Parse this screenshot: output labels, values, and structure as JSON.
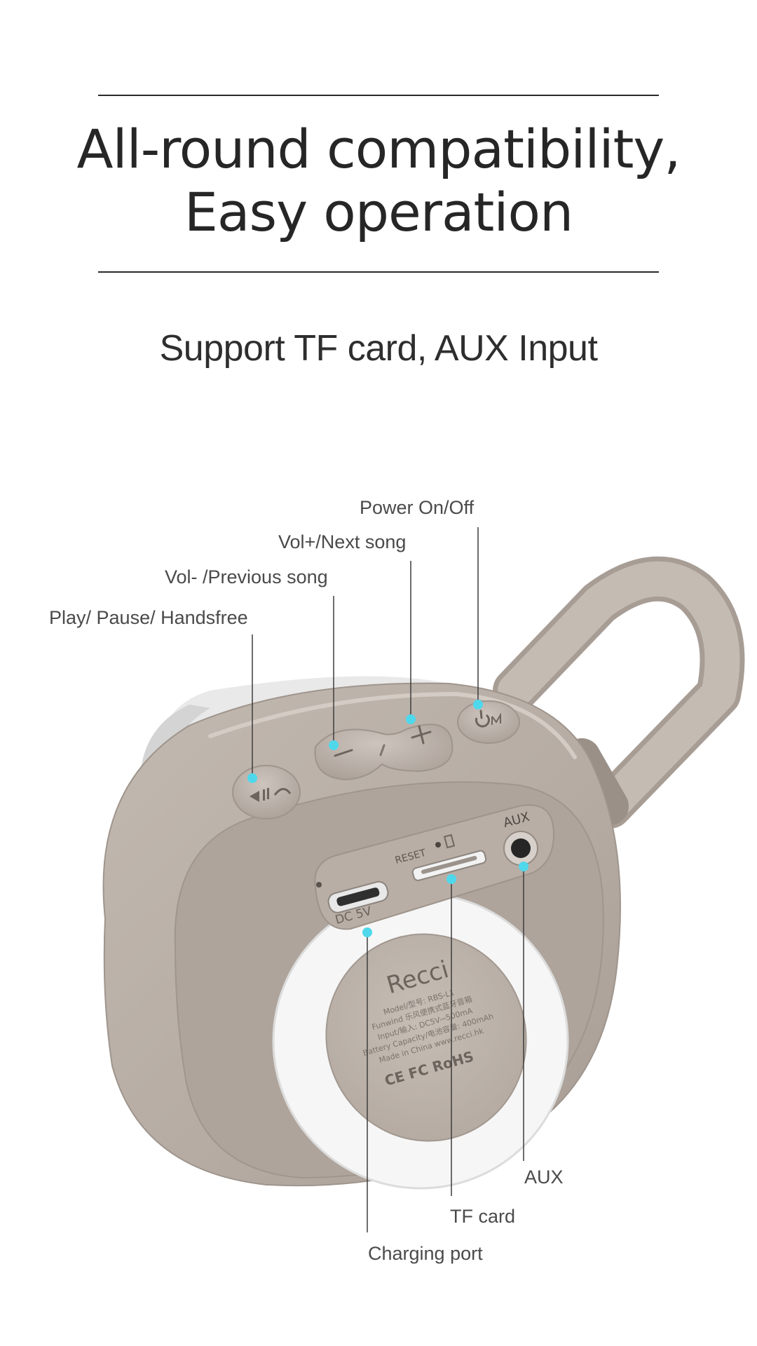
{
  "header": {
    "title_line1": "All-round compatibility,",
    "title_line2": "Easy operation",
    "subtitle": "Support TF card, AUX Input"
  },
  "product": {
    "brand": "Recci",
    "label_lines": [
      "Model/型号: RBS-L1",
      "Funwind 乐风便携式蓝牙音箱",
      "Input/输入: DC5V⎓500mA",
      "Battery Capacity/电池容量: 400mAh",
      "Made in China    www.recci.hk"
    ],
    "cert_marks": "CE  FC  RoHS",
    "port_labels": {
      "dc": "DC 5V",
      "reset": "RESET",
      "aux": "AUX"
    }
  },
  "callouts": {
    "power": "Power On/Off",
    "vol_plus": "Vol+/Next song",
    "vol_minus": "Vol- /Previous song",
    "play": "Play/ Pause/ Handsfree",
    "aux": "AUX",
    "tf_card": "TF card",
    "charging": "Charging port"
  },
  "colors": {
    "shell": "#b8aea6",
    "shell_dark": "#9d938b",
    "marker": "#4fd8ec",
    "text": "#262626"
  }
}
